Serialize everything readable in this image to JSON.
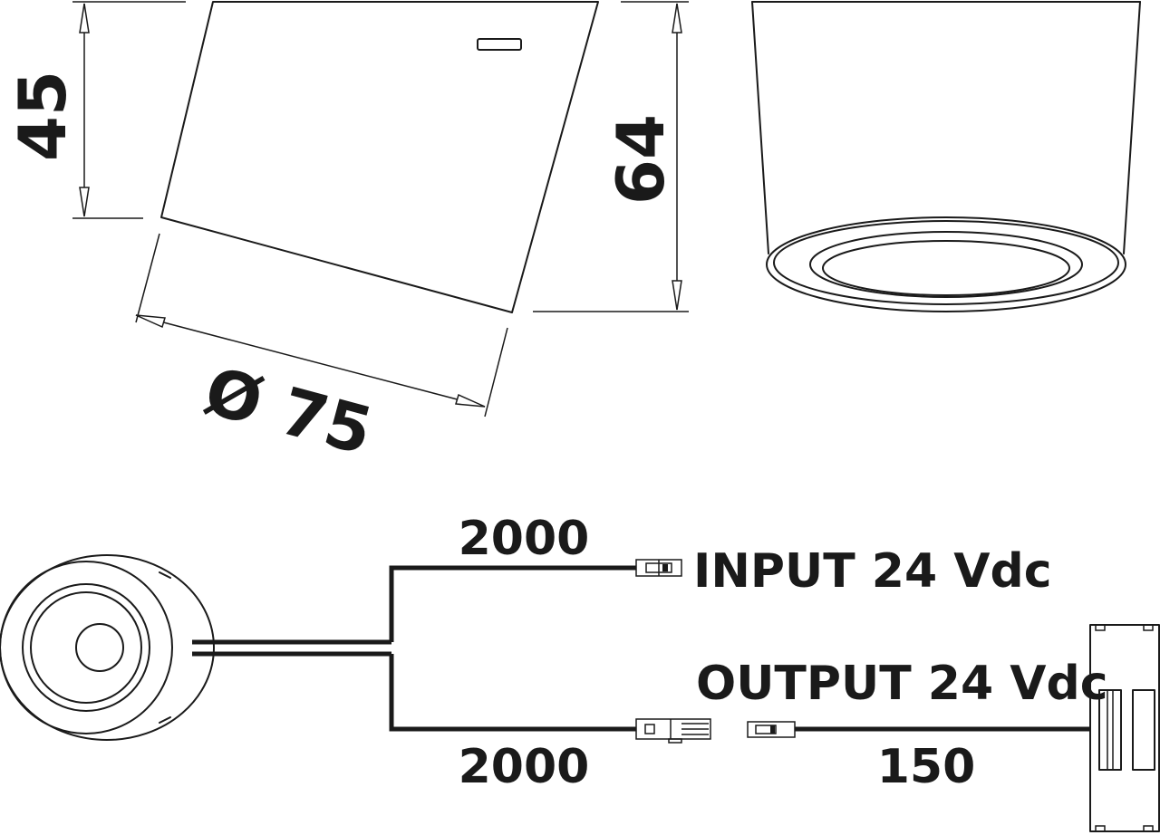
{
  "dimensions": {
    "height_short": "45",
    "height_tall": "64",
    "diameter": "Ø 75"
  },
  "wiring": {
    "input_cable_length": "2000",
    "output_cable_length": "2000",
    "output_lead_length": "150",
    "input_label": "INPUT 24 Vdc",
    "output_label": "OUTPUT 24 Vdc"
  }
}
